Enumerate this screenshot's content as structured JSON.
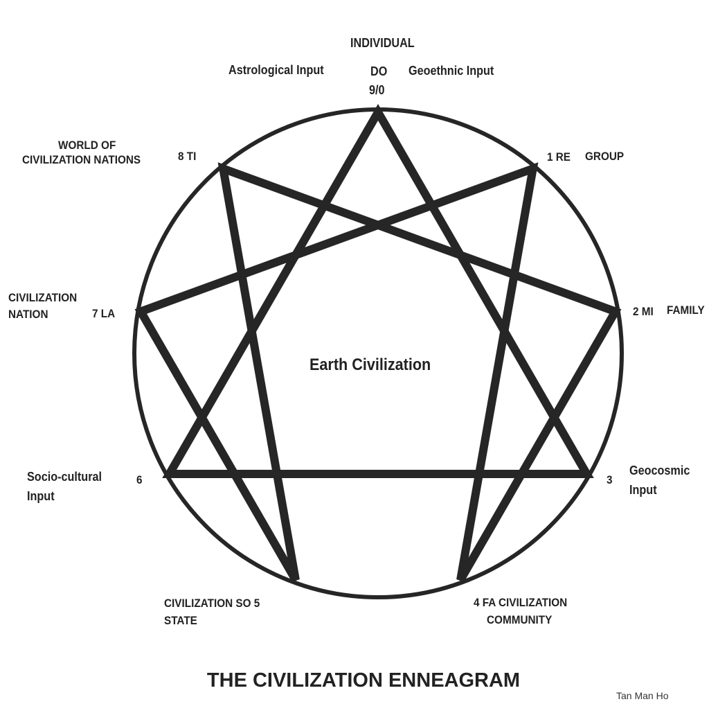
{
  "labels": {
    "individual": "INDIVIDUAL",
    "astrological": "Astrological Input",
    "do": "DO",
    "nine": "9/0",
    "geoethnic": "Geoethnic Input",
    "world_of": "WORLD OF",
    "civ_nations": "CIVILIZATION NATIONS",
    "eight": "8  TI",
    "one": "1 RE",
    "group": "GROUP",
    "civ_nation_1": "CIVILIZATION",
    "civ_nation_2": "NATION",
    "seven": "7  LA",
    "two": "2 MI",
    "family": "FAMILY",
    "center": "Earth Civilization",
    "socio_1": "Socio-cultural",
    "socio_2": "Input",
    "six": "6",
    "three": "3",
    "geocosmic_1": "Geocosmic",
    "geocosmic_2": "Input",
    "state_1": "CIVILIZATION  SO 5",
    "state_2": "STATE",
    "four": "4  FA  CIVILIZATION",
    "community": "COMMUNITY"
  },
  "title": "THE CIVILIZATION ENNEAGRAM",
  "author": "Tan Man Ho",
  "colors": {
    "stroke": "#262626",
    "text": "#222222"
  }
}
